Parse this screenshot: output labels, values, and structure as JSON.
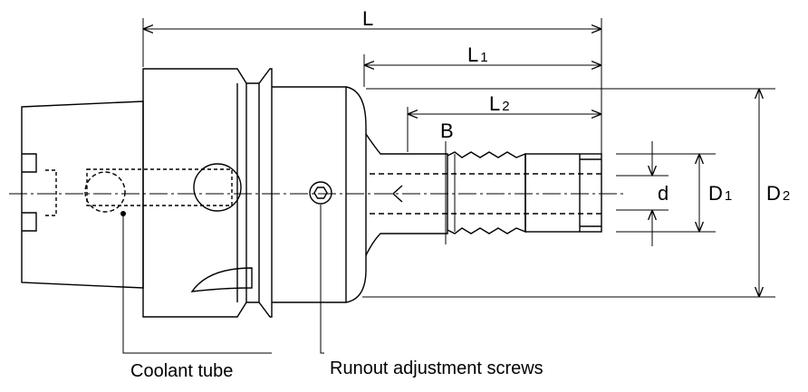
{
  "dimensions": {
    "L": {
      "letter": "L",
      "sub": ""
    },
    "L1": {
      "letter": "L",
      "sub": "1"
    },
    "L2": {
      "letter": "L",
      "sub": "2"
    },
    "B": {
      "letter": "B",
      "sub": ""
    },
    "d": {
      "letter": "d",
      "sub": ""
    },
    "D1": {
      "letter": "D",
      "sub": "1"
    },
    "D2": {
      "letter": "D",
      "sub": "2"
    }
  },
  "callouts": {
    "coolant_tube": "Coolant tube",
    "runout_screws": "Runout adjustment screws"
  },
  "colors": {
    "line": "#000000",
    "background": "#ffffff"
  }
}
